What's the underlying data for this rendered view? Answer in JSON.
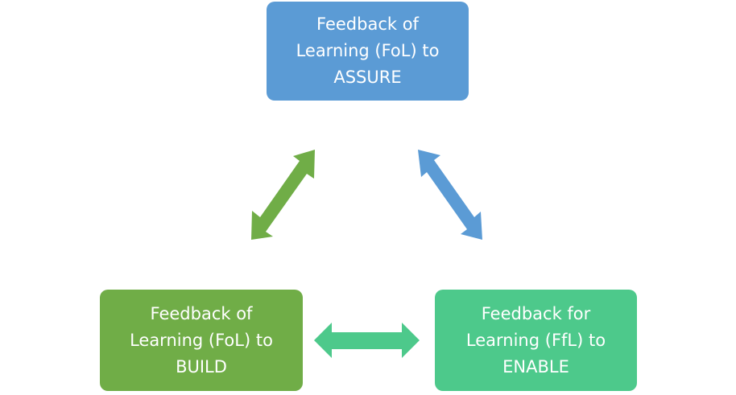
{
  "nodes": {
    "assure": {
      "lines": [
        "Feedback of",
        "Learning (FoL) to",
        "ASSURE"
      ],
      "color": "#5b9bd5"
    },
    "build": {
      "lines": [
        "Feedback of",
        "Learning (FoL) to",
        "BUILD"
      ],
      "color": "#70ad47"
    },
    "enable": {
      "lines": [
        "Feedback for",
        "Learning (FfL) to",
        "ENABLE"
      ],
      "color": "#4dc98b"
    }
  },
  "connections": [
    {
      "from": "build",
      "to": "assure",
      "type": "double-arrow",
      "color": "#70ad47"
    },
    {
      "from": "assure",
      "to": "enable",
      "type": "double-arrow",
      "color": "#5b9bd5"
    },
    {
      "from": "build",
      "to": "enable",
      "type": "double-arrow",
      "color": "#4dc98b"
    }
  ]
}
